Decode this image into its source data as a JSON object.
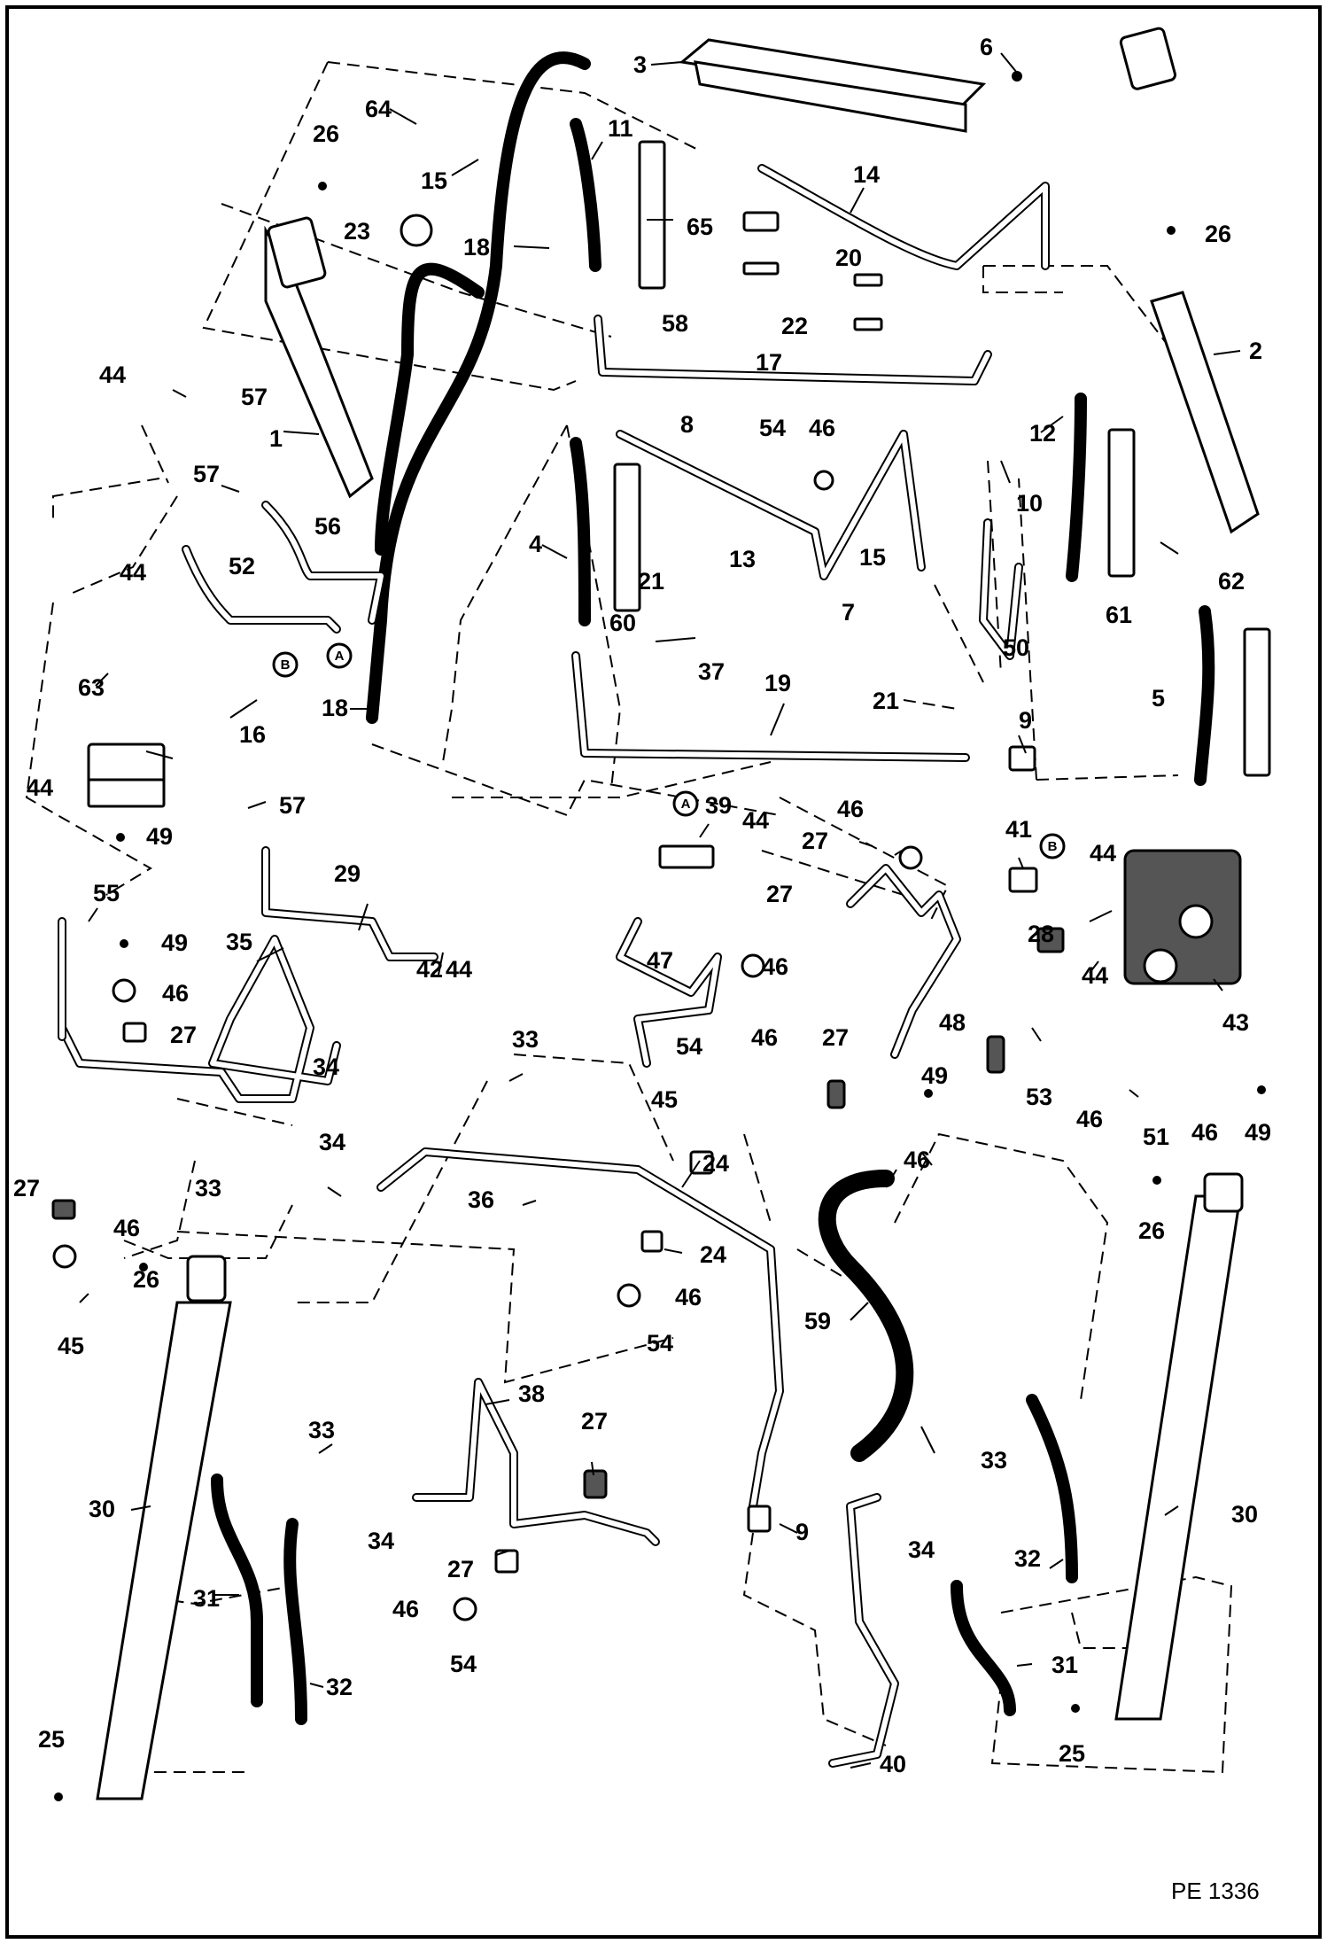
{
  "document_id": "PE 1336",
  "circled_markers": {
    "a": "A",
    "b": "B"
  },
  "callouts": [
    {
      "id": "c1",
      "text": "1"
    },
    {
      "id": "c2",
      "text": "2"
    },
    {
      "id": "c3",
      "text": "3"
    },
    {
      "id": "c4",
      "text": "4"
    },
    {
      "id": "c5",
      "text": "5"
    },
    {
      "id": "c6",
      "text": "6"
    },
    {
      "id": "c7",
      "text": "7"
    },
    {
      "id": "c8",
      "text": "8"
    },
    {
      "id": "c9a",
      "text": "9"
    },
    {
      "id": "c9b",
      "text": "9"
    },
    {
      "id": "c10",
      "text": "10"
    },
    {
      "id": "c11",
      "text": "11"
    },
    {
      "id": "c12",
      "text": "12"
    },
    {
      "id": "c13",
      "text": "13"
    },
    {
      "id": "c14",
      "text": "14"
    },
    {
      "id": "c15a",
      "text": "15"
    },
    {
      "id": "c15b",
      "text": "15"
    },
    {
      "id": "c16",
      "text": "16"
    },
    {
      "id": "c17",
      "text": "17"
    },
    {
      "id": "c18a",
      "text": "18"
    },
    {
      "id": "c18b",
      "text": "18"
    },
    {
      "id": "c19",
      "text": "19"
    },
    {
      "id": "c20",
      "text": "20"
    },
    {
      "id": "c21a",
      "text": "21"
    },
    {
      "id": "c21b",
      "text": "21"
    },
    {
      "id": "c22",
      "text": "22"
    },
    {
      "id": "c23",
      "text": "23"
    },
    {
      "id": "c24a",
      "text": "24"
    },
    {
      "id": "c24b",
      "text": "24"
    },
    {
      "id": "c25a",
      "text": "25"
    },
    {
      "id": "c25b",
      "text": "25"
    },
    {
      "id": "c26a",
      "text": "26"
    },
    {
      "id": "c26b",
      "text": "26"
    },
    {
      "id": "c26c",
      "text": "26"
    },
    {
      "id": "c26d",
      "text": "26"
    },
    {
      "id": "c27a",
      "text": "27"
    },
    {
      "id": "c27b",
      "text": "27"
    },
    {
      "id": "c27c",
      "text": "27"
    },
    {
      "id": "c27d",
      "text": "27"
    },
    {
      "id": "c27e",
      "text": "27"
    },
    {
      "id": "c27f",
      "text": "27"
    },
    {
      "id": "c27g",
      "text": "27"
    },
    {
      "id": "c28",
      "text": "28"
    },
    {
      "id": "c29",
      "text": "29"
    },
    {
      "id": "c30a",
      "text": "30"
    },
    {
      "id": "c30b",
      "text": "30"
    },
    {
      "id": "c31a",
      "text": "31"
    },
    {
      "id": "c31b",
      "text": "31"
    },
    {
      "id": "c32a",
      "text": "32"
    },
    {
      "id": "c32b",
      "text": "32"
    },
    {
      "id": "c33a",
      "text": "33"
    },
    {
      "id": "c33b",
      "text": "33"
    },
    {
      "id": "c33c",
      "text": "33"
    },
    {
      "id": "c33d",
      "text": "33"
    },
    {
      "id": "c34a",
      "text": "34"
    },
    {
      "id": "c34b",
      "text": "34"
    },
    {
      "id": "c34c",
      "text": "34"
    },
    {
      "id": "c34d",
      "text": "34"
    },
    {
      "id": "c35",
      "text": "35"
    },
    {
      "id": "c36",
      "text": "36"
    },
    {
      "id": "c37",
      "text": "37"
    },
    {
      "id": "c38",
      "text": "38"
    },
    {
      "id": "c39",
      "text": "39"
    },
    {
      "id": "c40",
      "text": "40"
    },
    {
      "id": "c41",
      "text": "41"
    },
    {
      "id": "c42",
      "text": "42"
    },
    {
      "id": "c43",
      "text": "43"
    },
    {
      "id": "c44a",
      "text": "44"
    },
    {
      "id": "c44b",
      "text": "44"
    },
    {
      "id": "c44c",
      "text": "44"
    },
    {
      "id": "c44d",
      "text": "44"
    },
    {
      "id": "c44e",
      "text": "44"
    },
    {
      "id": "c44f",
      "text": "44"
    },
    {
      "id": "c44g",
      "text": "44"
    },
    {
      "id": "c45a",
      "text": "45"
    },
    {
      "id": "c45b",
      "text": "45"
    },
    {
      "id": "c46a",
      "text": "46"
    },
    {
      "id": "c46b",
      "text": "46"
    },
    {
      "id": "c46c",
      "text": "46"
    },
    {
      "id": "c46d",
      "text": "46"
    },
    {
      "id": "c46e",
      "text": "46"
    },
    {
      "id": "c46f",
      "text": "46"
    },
    {
      "id": "c46g",
      "text": "46"
    },
    {
      "id": "c46h",
      "text": "46"
    },
    {
      "id": "c46i",
      "text": "46"
    },
    {
      "id": "c46j",
      "text": "46"
    },
    {
      "id": "c46k",
      "text": "46"
    },
    {
      "id": "c47",
      "text": "47"
    },
    {
      "id": "c48",
      "text": "48"
    },
    {
      "id": "c49a",
      "text": "49"
    },
    {
      "id": "c49b",
      "text": "49"
    },
    {
      "id": "c49c",
      "text": "49"
    },
    {
      "id": "c49d",
      "text": "49"
    },
    {
      "id": "c50",
      "text": "50"
    },
    {
      "id": "c51",
      "text": "51"
    },
    {
      "id": "c52",
      "text": "52"
    },
    {
      "id": "c53",
      "text": "53"
    },
    {
      "id": "c54a",
      "text": "54"
    },
    {
      "id": "c54b",
      "text": "54"
    },
    {
      "id": "c54c",
      "text": "54"
    },
    {
      "id": "c54d",
      "text": "54"
    },
    {
      "id": "c55",
      "text": "55"
    },
    {
      "id": "c56",
      "text": "56"
    },
    {
      "id": "c57a",
      "text": "57"
    },
    {
      "id": "c57b",
      "text": "57"
    },
    {
      "id": "c57c",
      "text": "57"
    },
    {
      "id": "c58",
      "text": "58"
    },
    {
      "id": "c59",
      "text": "59"
    },
    {
      "id": "c60",
      "text": "60"
    },
    {
      "id": "c61",
      "text": "61"
    },
    {
      "id": "c62",
      "text": "62"
    },
    {
      "id": "c63",
      "text": "63"
    },
    {
      "id": "c64",
      "text": "64"
    },
    {
      "id": "c65",
      "text": "65"
    }
  ]
}
